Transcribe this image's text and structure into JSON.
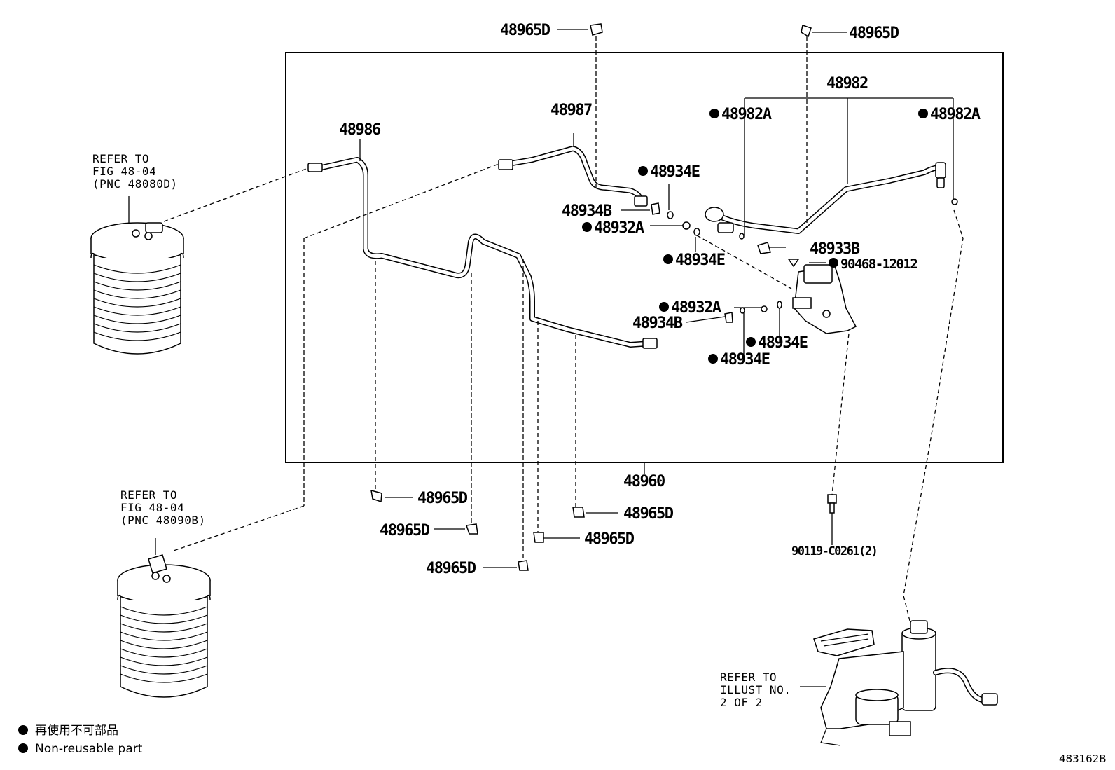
{
  "labels": {
    "clip_top_left": "48965D",
    "clip_top_right": "48965D",
    "p48982": "48982",
    "p48982A_left": "48982A",
    "p48982A_right": "48982A",
    "p48987": "48987",
    "p48986": "48986",
    "p48934E_1": "48934E",
    "p48934B_1": "48934B",
    "p48932A_1": "48932A",
    "p48934E_2": "48934E",
    "p48933B": "48933B",
    "p90468": "90468-12012",
    "p48932A_2": "48932A",
    "p48934B_2": "48934B",
    "p48934E_3": "48934E",
    "p48934E_4": "48934E",
    "p48960": "48960",
    "clip_b1": "48965D",
    "clip_b2": "48965D",
    "clip_b3": "48965D",
    "clip_b4": "48965D",
    "clip_b5": "48965D",
    "p90119": "90119-C0261(2)"
  },
  "refer_front": [
    "REFER TO",
    "FIG 48-04",
    "(PNC 48080D)"
  ],
  "refer_rear": [
    "REFER TO",
    "FIG 48-04",
    "(PNC 48090B)"
  ],
  "refer_compressor": [
    "REFER TO",
    "ILLUST NO.",
    "2 OF 2"
  ],
  "legend": {
    "japanese": "再使用不可部品",
    "english": "Non-reusable part"
  },
  "illustration_code": "483162B"
}
